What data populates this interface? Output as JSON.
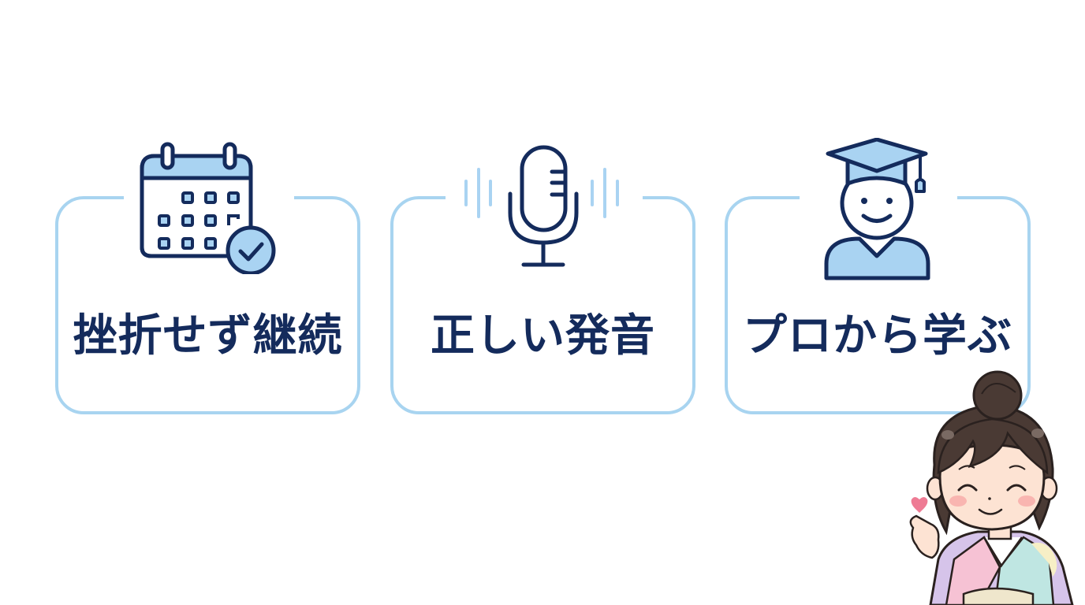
{
  "colors": {
    "background": "#ffffff",
    "card_border": "#a8d4f0",
    "icon_stroke": "#142b5c",
    "icon_fill": "#a9d3f2",
    "text": "#142b5c"
  },
  "cards": [
    {
      "label": "挫折せず継続",
      "icon": "calendar-check-icon"
    },
    {
      "label": "正しい発音",
      "icon": "microphone-icon"
    },
    {
      "label": "プロから学ぶ",
      "icon": "graduate-teacher-icon"
    }
  ],
  "mascot": {
    "description": "kimono-woman-finger-heart",
    "icon": "heart-icon"
  }
}
